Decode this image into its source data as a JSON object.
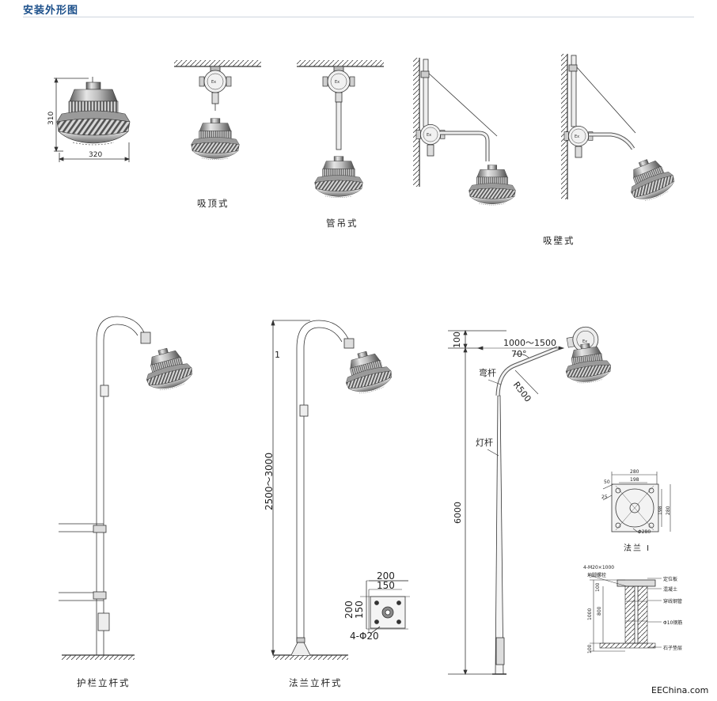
{
  "header": {
    "title": "安装外形图"
  },
  "captions": {
    "ceiling": "吸顶式",
    "pipe": "管吊式",
    "wall": "吸壁式",
    "rail": "护栏立杆式",
    "flange_pole": "法兰立杆式",
    "flange_detail": "法兰 I"
  },
  "dimensions": {
    "lamp_height": "310",
    "lamp_width": "320",
    "flange_pole_marker": "1",
    "flange_pole_height": "2500～3000",
    "flange_w1": "200",
    "flange_w2": "150",
    "flange_h1": "200",
    "flange_h2": "150",
    "flange_holes": "4-Φ20",
    "arm_top": "100",
    "arm_reach": "1000～1500",
    "arm_angle": "70°",
    "arm_radius": "R500",
    "pole_height": "6000",
    "fl1_w1": "280",
    "fl1_w2": "198",
    "fl1_a": "50",
    "fl1_b": "25",
    "fl1_h1": "198",
    "fl1_h2": "280",
    "fl1_dia": "Φ280",
    "fd_d1": "100",
    "fd_d2": "800",
    "fd_d3": "1000",
    "fd_d4": "100"
  },
  "labels": {
    "bent_arm": "弯杆",
    "lamp_pole": "灯杆",
    "bolts": "4-M20×1000",
    "anchor": "地脚螺栓",
    "plate": "定位板",
    "concrete": "混凝土",
    "conduit": "穿线钢管",
    "rebar": "Φ10钢筋",
    "gravel": "石子垫层"
  },
  "icons": {
    "ex_mark": "Ex"
  },
  "watermark": "EEChina.com",
  "colors": {
    "title": "#1b4f8a",
    "line": "#333333",
    "lamp_dark": "#6b6b6b",
    "lamp_light": "#dcdcdc"
  }
}
